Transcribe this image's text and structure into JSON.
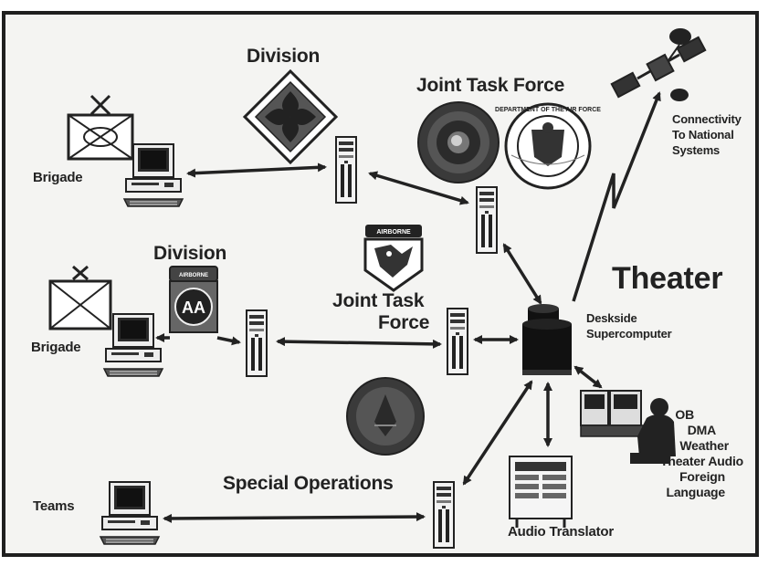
{
  "labels": {
    "division_top": "Division",
    "jtf_top": "Joint Task Force",
    "connectivity": [
      "Connectivity",
      "To National",
      "Systems"
    ],
    "brigade_top": "Brigade",
    "division_mid": "Division",
    "brigade_mid": "Brigade",
    "jtf_mid_line1": "Joint Task",
    "jtf_mid_line2": "Force",
    "theater": "Theater",
    "supercomputer": [
      "Deskside",
      "Supercomputer"
    ],
    "special_ops": "Special Operations",
    "teams": "Teams",
    "audio_translator": "Audio Translator",
    "sources": [
      "OB",
      "DMA",
      "Weather",
      "Theater Audio",
      "Foreign Language"
    ]
  },
  "insignia": {
    "airborne_tab": "AIRBORNE",
    "airborne_82": "AIRBORNE",
    "air_force_seal": "DEPARTMENT OF THE AIR FORCE"
  }
}
